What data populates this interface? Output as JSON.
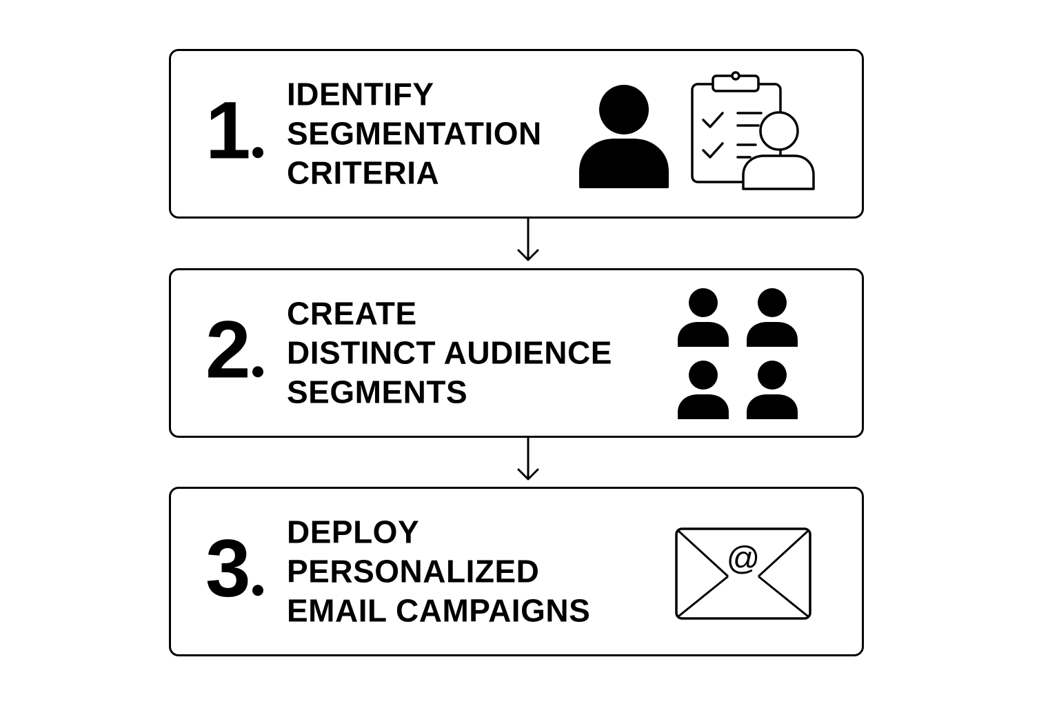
{
  "steps": [
    {
      "number": "1",
      "lines": [
        "IDENTIFY",
        "SEGMENTATION",
        "CRITERIA"
      ],
      "icons": [
        "person-icon",
        "checklist-person-icon"
      ]
    },
    {
      "number": "2",
      "lines": [
        "CREATE",
        "DISTINCT AUDIENCE",
        "SEGMENTS"
      ],
      "icons": [
        "audience-group-icon"
      ]
    },
    {
      "number": "3",
      "lines": [
        "DEPLOY",
        "PERSONALIZED",
        "EMAIL CAMPAIGNS"
      ],
      "icons": [
        "email-envelope-icon"
      ]
    }
  ],
  "envelope_symbol": "@",
  "colors": {
    "stroke": "#000000",
    "background": "#ffffff"
  }
}
